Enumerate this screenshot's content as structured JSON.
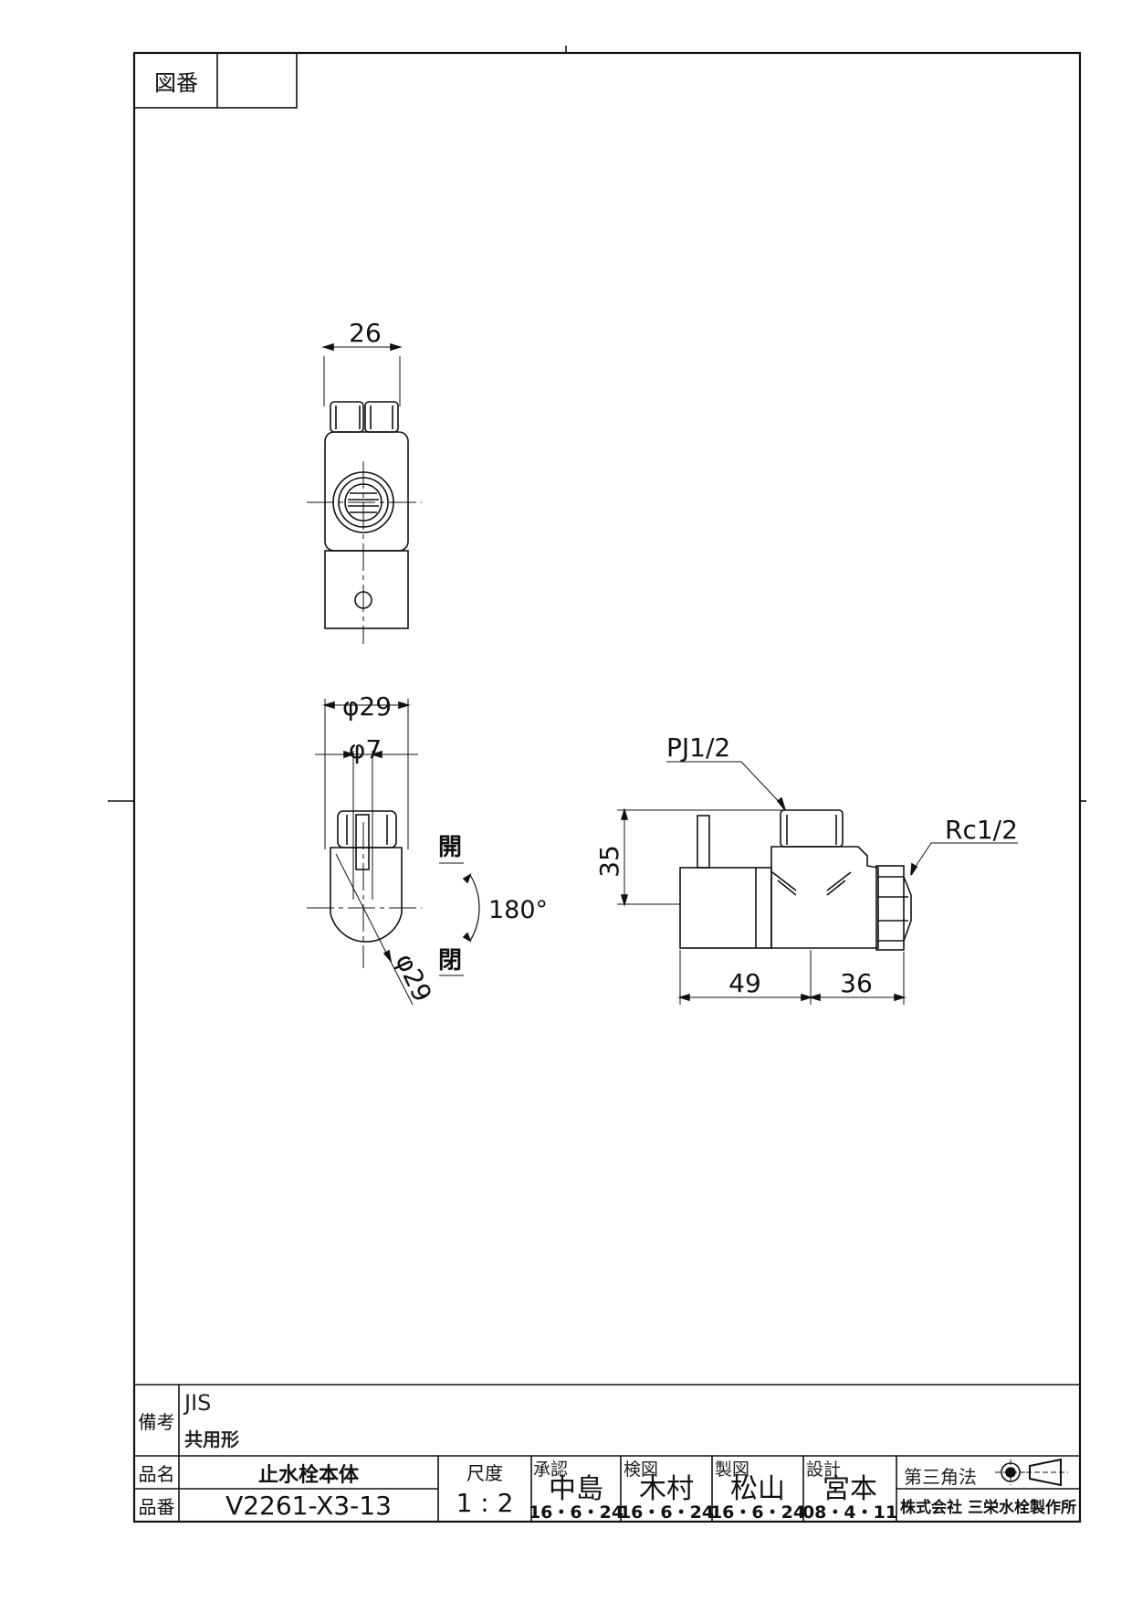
{
  "drawing_number": {
    "label": "図番",
    "value": ""
  },
  "remarks": {
    "label": "備考",
    "line1": "JIS",
    "line2": "共用形"
  },
  "product_name": {
    "label": "品名",
    "value": "止水栓本体"
  },
  "product_number": {
    "label": "品番",
    "value": "V2261-X3-13"
  },
  "scale": {
    "label": "尺度",
    "value": "1 : 2"
  },
  "approval": {
    "label": "承認",
    "name": "中島",
    "date": "16・6・24"
  },
  "inspection": {
    "label": "検図",
    "name": "木村",
    "date": "16・6・24"
  },
  "drafting": {
    "label": "製図",
    "name": "松山",
    "date": "16・6・24"
  },
  "design": {
    "label": "設計",
    "name": "宮本",
    "date": "08・4・11"
  },
  "projection": {
    "label": "第三角法"
  },
  "company": "株式会社 三栄水栓製作所",
  "dimensions": {
    "top_width": "26",
    "handle_dia": "φ29",
    "stem_dia": "φ7",
    "body_dia": "φ29",
    "open_top": "開",
    "open_bottom": "閉",
    "rotation": "180°",
    "thread_top": "PJ1/2",
    "thread_side": "Rc1/2",
    "height": "35",
    "length_left": "49",
    "length_right": "36"
  }
}
